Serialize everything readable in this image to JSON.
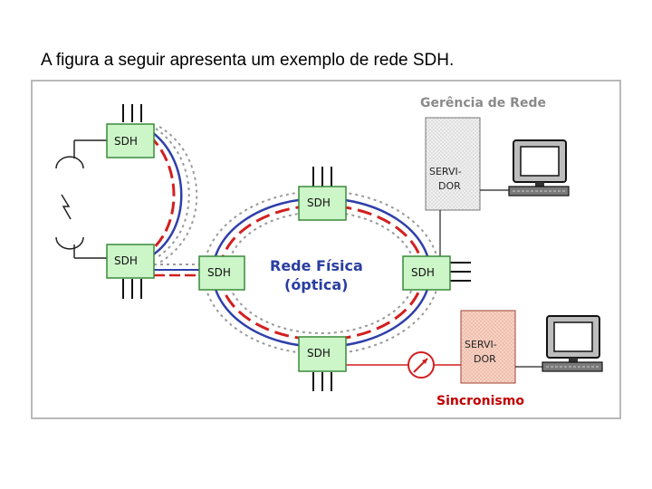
{
  "caption": "A figura a seguir apresenta um exemplo de rede SDH.",
  "node_label": "SDH",
  "network_mgmt_title": "Gerência de Rede",
  "server_line1": "SERVI-",
  "server_line2": "DOR",
  "sync_title": "Sincronismo",
  "ring_line1": "Rede Física",
  "ring_line2": "(óptica)",
  "colors": {
    "node_fill": "#ccf5c8",
    "node_border": "#3a8a3a",
    "ring_blue": "#2f3faa",
    "ring_red": "#d21f1f",
    "ring_gray": "#8f8f8f",
    "server_gray": "#e6e6e6",
    "server_red": "#f7d0c0"
  },
  "icons": [
    "computer-icon",
    "clock-icon",
    "antenna-icon"
  ]
}
